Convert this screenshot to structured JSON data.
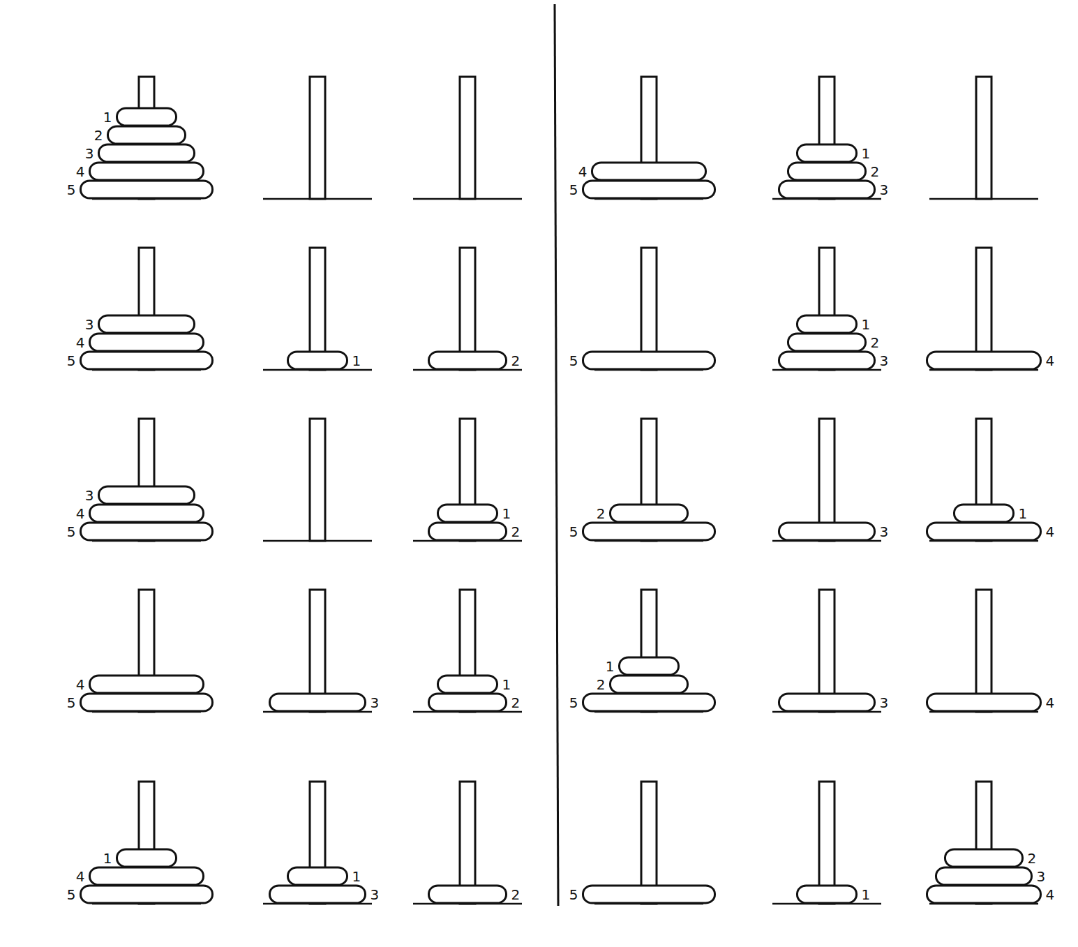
{
  "diagram": {
    "labels": [
      "1",
      "2",
      "3",
      "4",
      "5",
      "3",
      "4",
      "5",
      "1",
      "2",
      "3",
      "4",
      "5",
      "1",
      "2",
      "4",
      "5",
      "3",
      "1",
      "2",
      "1",
      "4",
      "5",
      "1",
      "3",
      "2",
      "4",
      "5",
      "1",
      "2",
      "3",
      "5",
      "1",
      "2",
      "3",
      "4",
      "2",
      "5",
      "3",
      "1",
      "4",
      "1",
      "2",
      "5",
      "3",
      "4",
      "5",
      "1",
      "2",
      "3",
      "4"
    ]
  }
}
